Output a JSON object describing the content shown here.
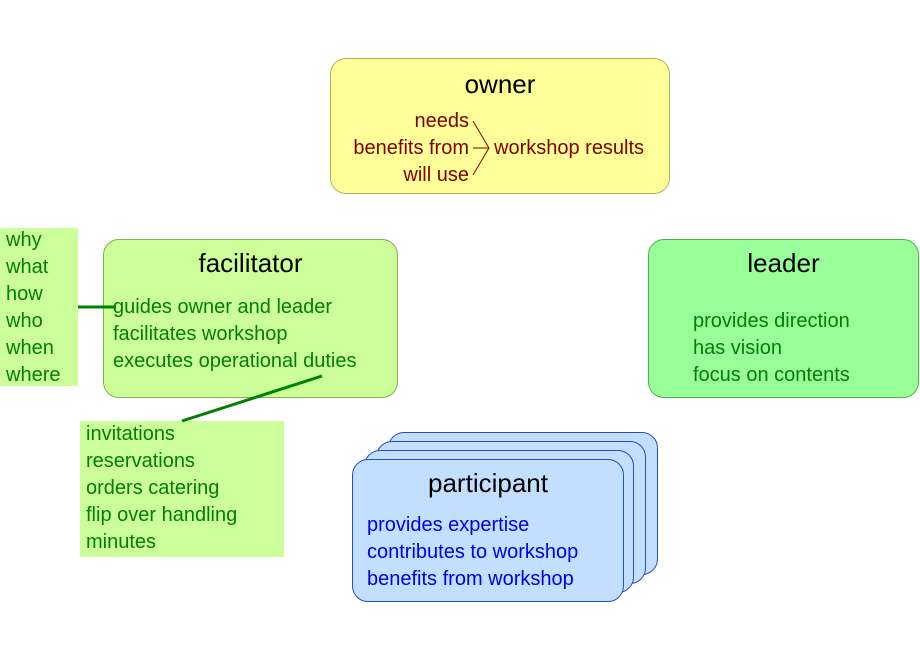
{
  "owner": {
    "title": "owner",
    "relations": [
      "needs",
      "benefits from",
      "will use"
    ],
    "target": "workshop results"
  },
  "facilitator": {
    "title": "facilitator",
    "roles": [
      "guides owner and leader",
      "facilitates workshop",
      "executes operational duties"
    ]
  },
  "leader": {
    "title": "leader",
    "roles": [
      "provides direction",
      "has vision",
      "focus on contents"
    ]
  },
  "participant": {
    "title": "participant",
    "roles": [
      "provides expertise",
      "contributes to workshop",
      "benefits from workshop"
    ]
  },
  "questions": [
    "why",
    "what",
    "how",
    "who",
    "when",
    "where"
  ],
  "operational_duties": [
    "invitations",
    "reservations",
    "orders catering",
    "flip over handling",
    "minutes"
  ],
  "colors": {
    "owner_fill": "#ffff99",
    "owner_text": "#800000",
    "facilitator_fill": "#ccff99",
    "leader_fill": "#99ff99",
    "participant_fill": "#c2dfff",
    "participant_text": "#0000e0",
    "green_text": "#008000",
    "connector": "#008000"
  }
}
